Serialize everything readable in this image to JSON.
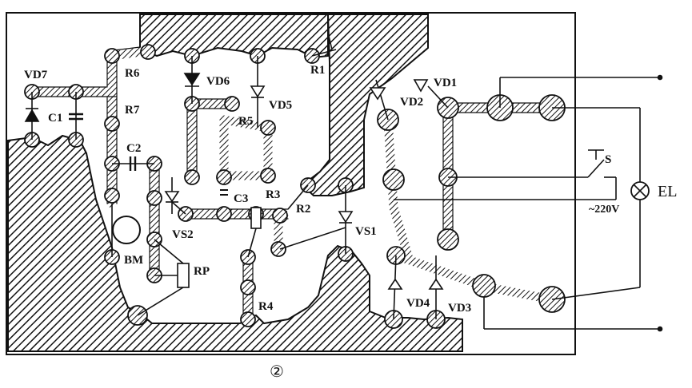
{
  "figure_number": "②",
  "labels": {
    "vd7": "VD7",
    "c1": "C1",
    "r6": "R6",
    "r7": "R7",
    "c2": "C2",
    "vd6": "VD6",
    "vd5": "VD5",
    "r5": "R5",
    "c3": "C3",
    "r3": "R3",
    "vs2": "VS2",
    "bm": "BM",
    "rp": "RP",
    "r4": "R4",
    "r2": "R2",
    "vs1": "VS1",
    "r1": "R1",
    "vd1": "VD1",
    "vd2": "VD2",
    "vd3": "VD3",
    "vd4": "VD4",
    "s": "S",
    "ac": "~220V",
    "el": "EL"
  },
  "colors": {
    "ink": "#111111",
    "paper": "#ffffff"
  }
}
